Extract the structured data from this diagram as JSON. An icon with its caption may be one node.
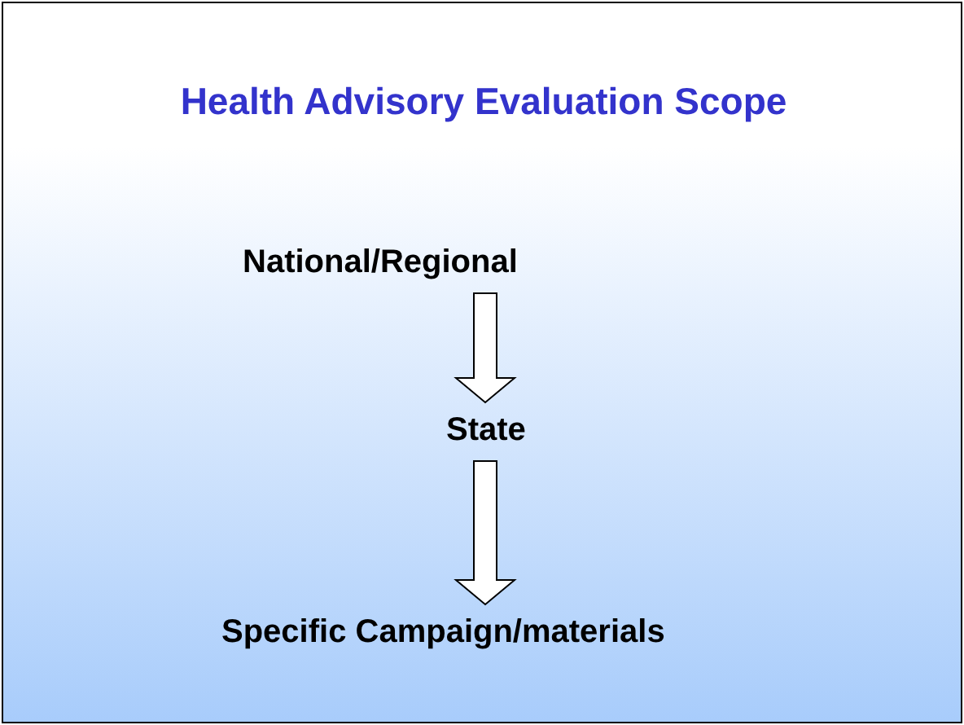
{
  "diagram": {
    "title": "Health Advisory Evaluation Scope",
    "nodes": [
      {
        "text": [
          "National/Regional"
        ]
      },
      {
        "text": [
          "State"
        ]
      },
      {
        "text": [
          "Specific Campaign/materials"
        ]
      }
    ],
    "edges": [
      {
        "from": 0,
        "to": 1,
        "arrow": "to"
      },
      {
        "from": 1,
        "to": 2,
        "arrow": "to"
      }
    ]
  }
}
